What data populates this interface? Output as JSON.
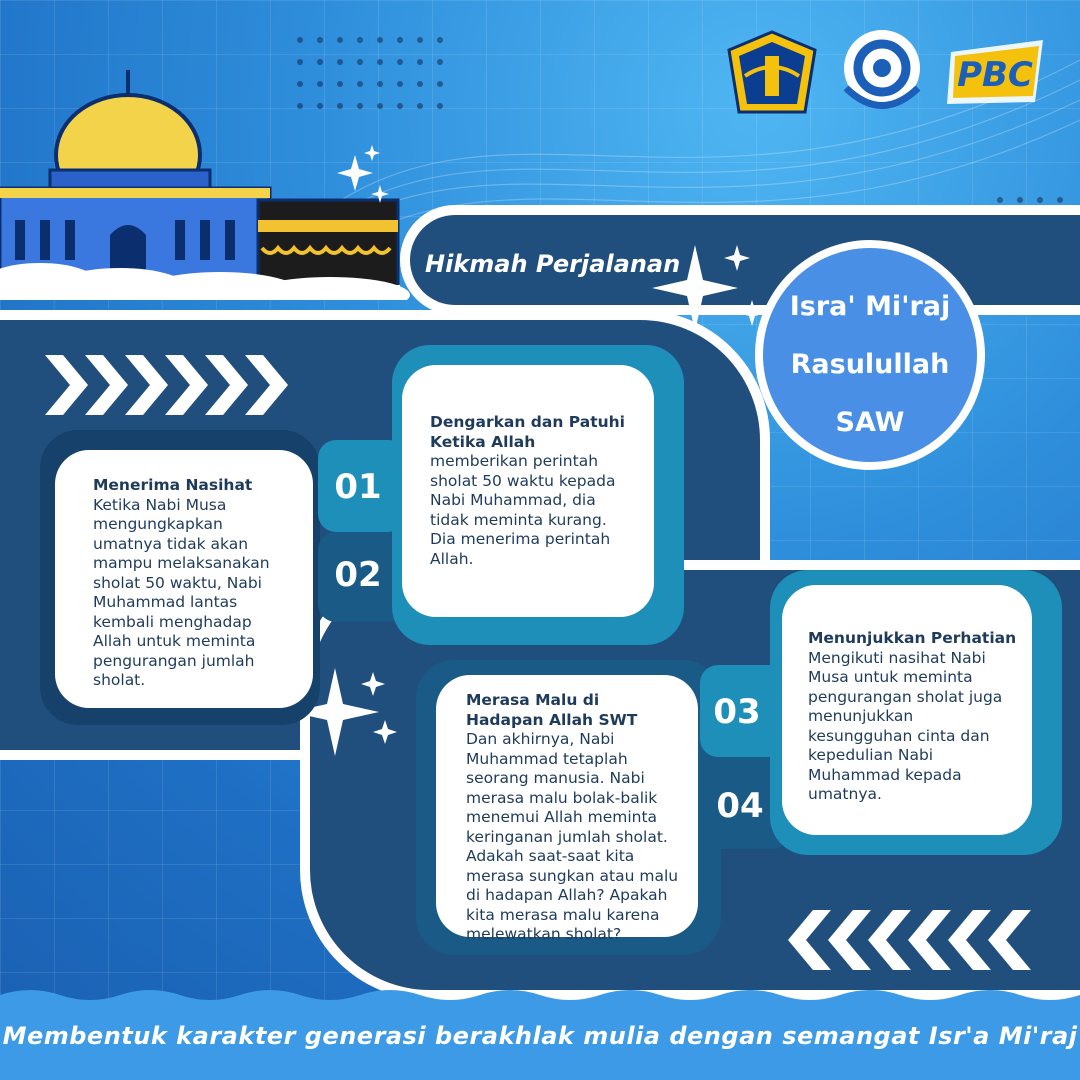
{
  "header": {
    "small_title": "Hikmah Perjalanan",
    "circle_title_lines": [
      "Isra' Mi'raj",
      "Rasulullah",
      "SAW"
    ]
  },
  "logos": [
    {
      "name": "kemenkeu-logo"
    },
    {
      "name": "wco-logo"
    },
    {
      "name": "pbc-logo",
      "text": "PBC"
    }
  ],
  "steps": [
    {
      "number": "01",
      "heading": "Dengarkan dan Patuhi Ketika Allah",
      "body": "memberikan perintah sholat 50 waktu kepada Nabi Muhammad, dia tidak meminta kurang. Dia menerima perintah Allah."
    },
    {
      "number": "02",
      "heading": "Menerima Nasihat",
      "body": "Ketika Nabi Musa mengungkapkan umatnya tidak akan mampu melaksanakan sholat  50 waktu, Nabi Muhammad lantas kembali menghadap Allah untuk meminta pengurangan jumlah sholat."
    },
    {
      "number": "03",
      "heading": "Menunjukkan Perhatian",
      "body": "Mengikuti nasihat Nabi Musa untuk meminta pengurangan sholat juga menunjukkan kesungguhan cinta dan kepedulian Nabi Muhammad kepada umatnya."
    },
    {
      "number": "04",
      "heading": "Merasa Malu di Hadapan Allah SWT",
      "body": "Dan akhirnya, Nabi Muhammad tetaplah seorang manusia. Nabi merasa malu bolak-balik menemui Allah meminta keringanan jumlah sholat. Adakah saat-saat kita merasa sungkan atau malu di hadapan Allah? Apakah kita merasa malu karena melewatkan sholat?"
    }
  ],
  "footer": {
    "tagline": "Membentuk karakter generasi berakhlak mulia dengan semangat Isr'a Mi'raj"
  },
  "colors": {
    "band": "#204f7e",
    "accent_teal": "#1d8fb8",
    "circle": "#4a8fe6",
    "footer_bg": "#3c9ae6"
  }
}
